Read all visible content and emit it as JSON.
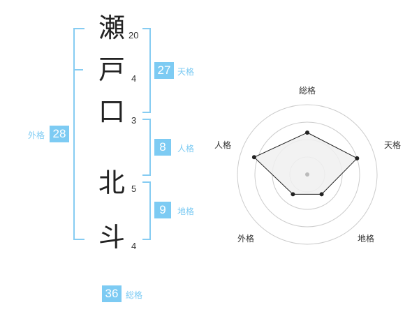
{
  "name_chars": [
    {
      "char": "瀬",
      "strokes": "20"
    },
    {
      "char": "戸",
      "strokes": "4"
    },
    {
      "char": "口",
      "strokes": "3"
    },
    {
      "char": "北",
      "strokes": "5"
    },
    {
      "char": "斗",
      "strokes": "4"
    }
  ],
  "scores": {
    "tenkaku": {
      "value": "27",
      "label": "天格"
    },
    "jinkaku": {
      "value": "8",
      "label": "人格"
    },
    "chikaku": {
      "value": "9",
      "label": "地格"
    },
    "gaikaku": {
      "value": "28",
      "label": "外格"
    },
    "soukaku": {
      "value": "36",
      "label": "総格"
    }
  },
  "chart_data": {
    "type": "radar",
    "axes": [
      "総格",
      "天格",
      "地格",
      "外格",
      "人格"
    ],
    "values": [
      0.6,
      0.75,
      0.35,
      0.35,
      0.8
    ],
    "range": [
      0,
      1
    ],
    "rings": 4,
    "colors": {
      "fill": "#f0f0f0",
      "line": "#222222",
      "ring": "#cccccc",
      "center": "#bbbbbb"
    }
  },
  "colors": {
    "accent": "#7dcbf3",
    "bracket": "#86ccf2"
  }
}
